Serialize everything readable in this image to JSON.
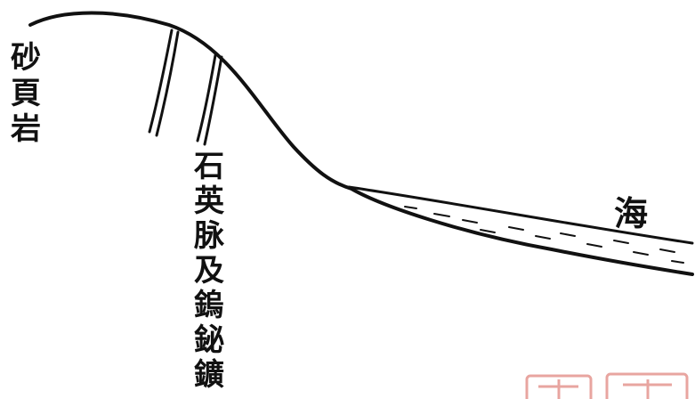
{
  "labels": {
    "shale": [
      "砂",
      "頁",
      "岩"
    ],
    "vein": [
      "石",
      "英",
      "脉",
      "及",
      "鎢",
      "鉍",
      "鑛"
    ],
    "sea": "海"
  },
  "colors": {
    "ink": "#111111",
    "stamp": "#e8a5a0",
    "background": "#ffffff"
  }
}
